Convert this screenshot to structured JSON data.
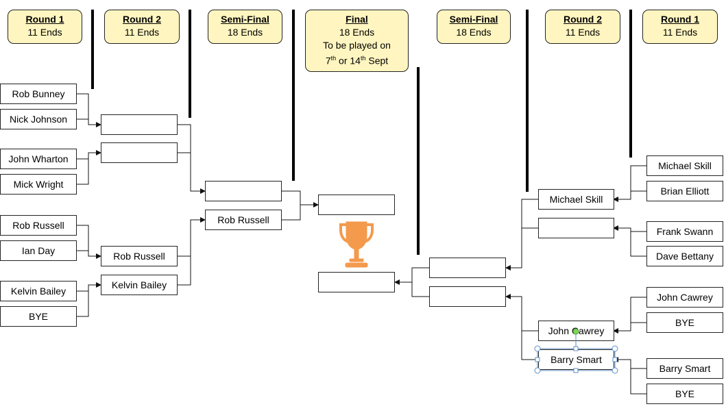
{
  "headers": {
    "left_r1": {
      "title": "Round 1",
      "sub": "11 Ends"
    },
    "left_r2": {
      "title": "Round 2",
      "sub": "11 Ends"
    },
    "left_sf": {
      "title": "Semi-Final",
      "sub": "18 Ends"
    },
    "final": {
      "title": "Final",
      "sub": "18 Ends",
      "line3": "To be played on",
      "d1": "7",
      "sup1": "th",
      "mid": " or 14",
      "sup2": "th",
      "end": " Sept"
    },
    "right_sf": {
      "title": "Semi-Final",
      "sub": "18 Ends"
    },
    "right_r2": {
      "title": "Round 2",
      "sub": "11 Ends"
    },
    "right_r1": {
      "title": "Round 1",
      "sub": "11 Ends"
    }
  },
  "left_round1": [
    "Rob Bunney",
    "Nick Johnson",
    "John Wharton",
    "Mick Wright",
    "Rob Russell",
    "Ian Day",
    "Kelvin Bailey",
    "BYE"
  ],
  "left_round2": [
    "",
    "",
    "Rob Russell",
    "Kelvin Bailey"
  ],
  "left_semi": [
    "",
    "Rob Russell"
  ],
  "final_slots": [
    "",
    ""
  ],
  "right_semi": [
    "",
    ""
  ],
  "right_round2": [
    "Michael Skill",
    "",
    "John Cawrey",
    "Barry Smart"
  ],
  "right_round1": [
    "Michael Skill",
    "Brian Elliott",
    "Frank Swann",
    "Dave Bettany",
    "John Cawrey",
    "BYE",
    "Barry Smart",
    "BYE"
  ],
  "colors": {
    "header_fill": "#fff5c0",
    "trophy": "#f39a4d",
    "selection": "#5b8fc7",
    "rotate_handle": "#7ed957"
  },
  "icons": {
    "trophy": "trophy-icon"
  }
}
